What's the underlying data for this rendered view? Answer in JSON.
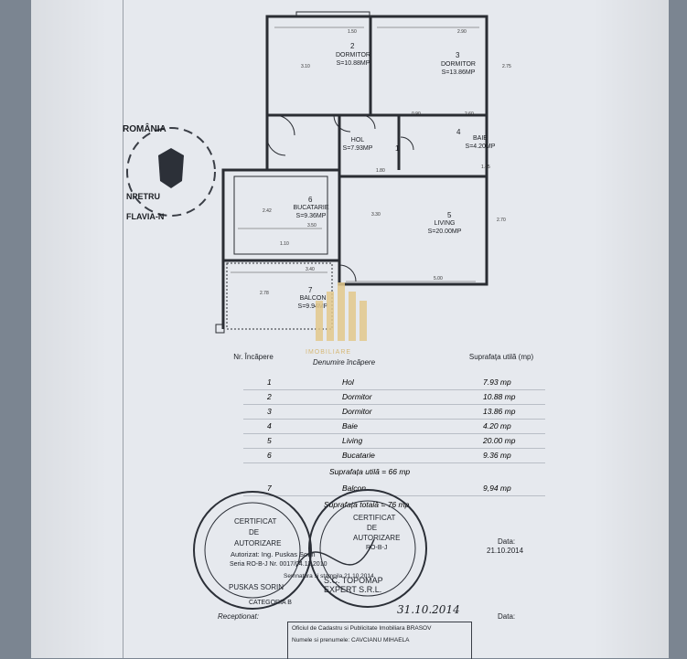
{
  "plan": {
    "rooms": [
      {
        "num": "1",
        "name": "HOL",
        "area": "S=7.93MP"
      },
      {
        "num": "2",
        "name": "DORMITOR",
        "area": "S=10.88MP"
      },
      {
        "num": "3",
        "name": "DORMITOR",
        "area": "S=13.86MP"
      },
      {
        "num": "4",
        "name": "BAIE",
        "area": "S=4.20MP"
      },
      {
        "num": "5",
        "name": "LIVING",
        "area": "S=20.00MP"
      },
      {
        "num": "6",
        "name": "BUCATARIE",
        "area": "S=9.36MP"
      },
      {
        "num": "7",
        "name": "BALCON",
        "area": "S=9.94MP"
      }
    ],
    "dims": [
      "1.50",
      "2.90",
      "3.50",
      "5.00",
      "3.40",
      "3.30",
      "1.80",
      "2.60",
      "1.10",
      "1.45",
      "0.90",
      "2.70",
      "2.78",
      "3.10",
      "2.75",
      "2.42"
    ]
  },
  "seal": {
    "country": "ROMÂNIA",
    "lines": [
      "NPETRU",
      "FLAVIA-N"
    ]
  },
  "watermark": {
    "text": "IMOBILIARE"
  },
  "table": {
    "header": {
      "nr": "Nr. Încăpere",
      "name": "Denumire încăpere",
      "area": "Suprafața utilă (mp)"
    },
    "rows": [
      {
        "nr": "1",
        "name": "Hol",
        "area": "7.93 mp"
      },
      {
        "nr": "2",
        "name": "Dormitor",
        "area": "10.88 mp"
      },
      {
        "nr": "3",
        "name": "Dormitor",
        "area": "13.86 mp"
      },
      {
        "nr": "4",
        "name": "Baie",
        "area": "4.20 mp"
      },
      {
        "nr": "5",
        "name": "Living",
        "area": "20.00 mp"
      },
      {
        "nr": "6",
        "name": "Bucatarie",
        "area": "9.36 mp"
      }
    ],
    "subtotal": "Suprafața utilă = 66 mp",
    "balcony": {
      "nr": "7",
      "name": "Balcon",
      "area": "9,94 mp"
    },
    "total": "Suprafața totală = 76 mp"
  },
  "certificate": {
    "stamp1": [
      "CERTIFICAT",
      "DE",
      "AUTORIZARE"
    ],
    "stamp2": [
      "CERTIFICAT",
      "DE",
      "AUTORIZARE",
      "RO-B-J"
    ],
    "author": "Autorizat: Ing. Puskas Sorin",
    "serial": "Seria RO-B-J Nr. 0017/04.11.2010",
    "signature_line": "Semnatura si stampila 21.10.2014",
    "name": "PUSKAS SORIN",
    "category": "CATEGORIA B",
    "company": "S.C. TOPOMAP EXPERT S.R.L.",
    "data_label": "Data:",
    "data_value": "21.10.2014",
    "received_label": "Receptionat:",
    "received_date": "31.10.2014",
    "data_label2": "Data:",
    "office": "Oficiul de Cadastru si Publicitate Imobiliara BRASOV",
    "office2": "Numele si prenumele: CAVCIANU MIHAELA"
  }
}
